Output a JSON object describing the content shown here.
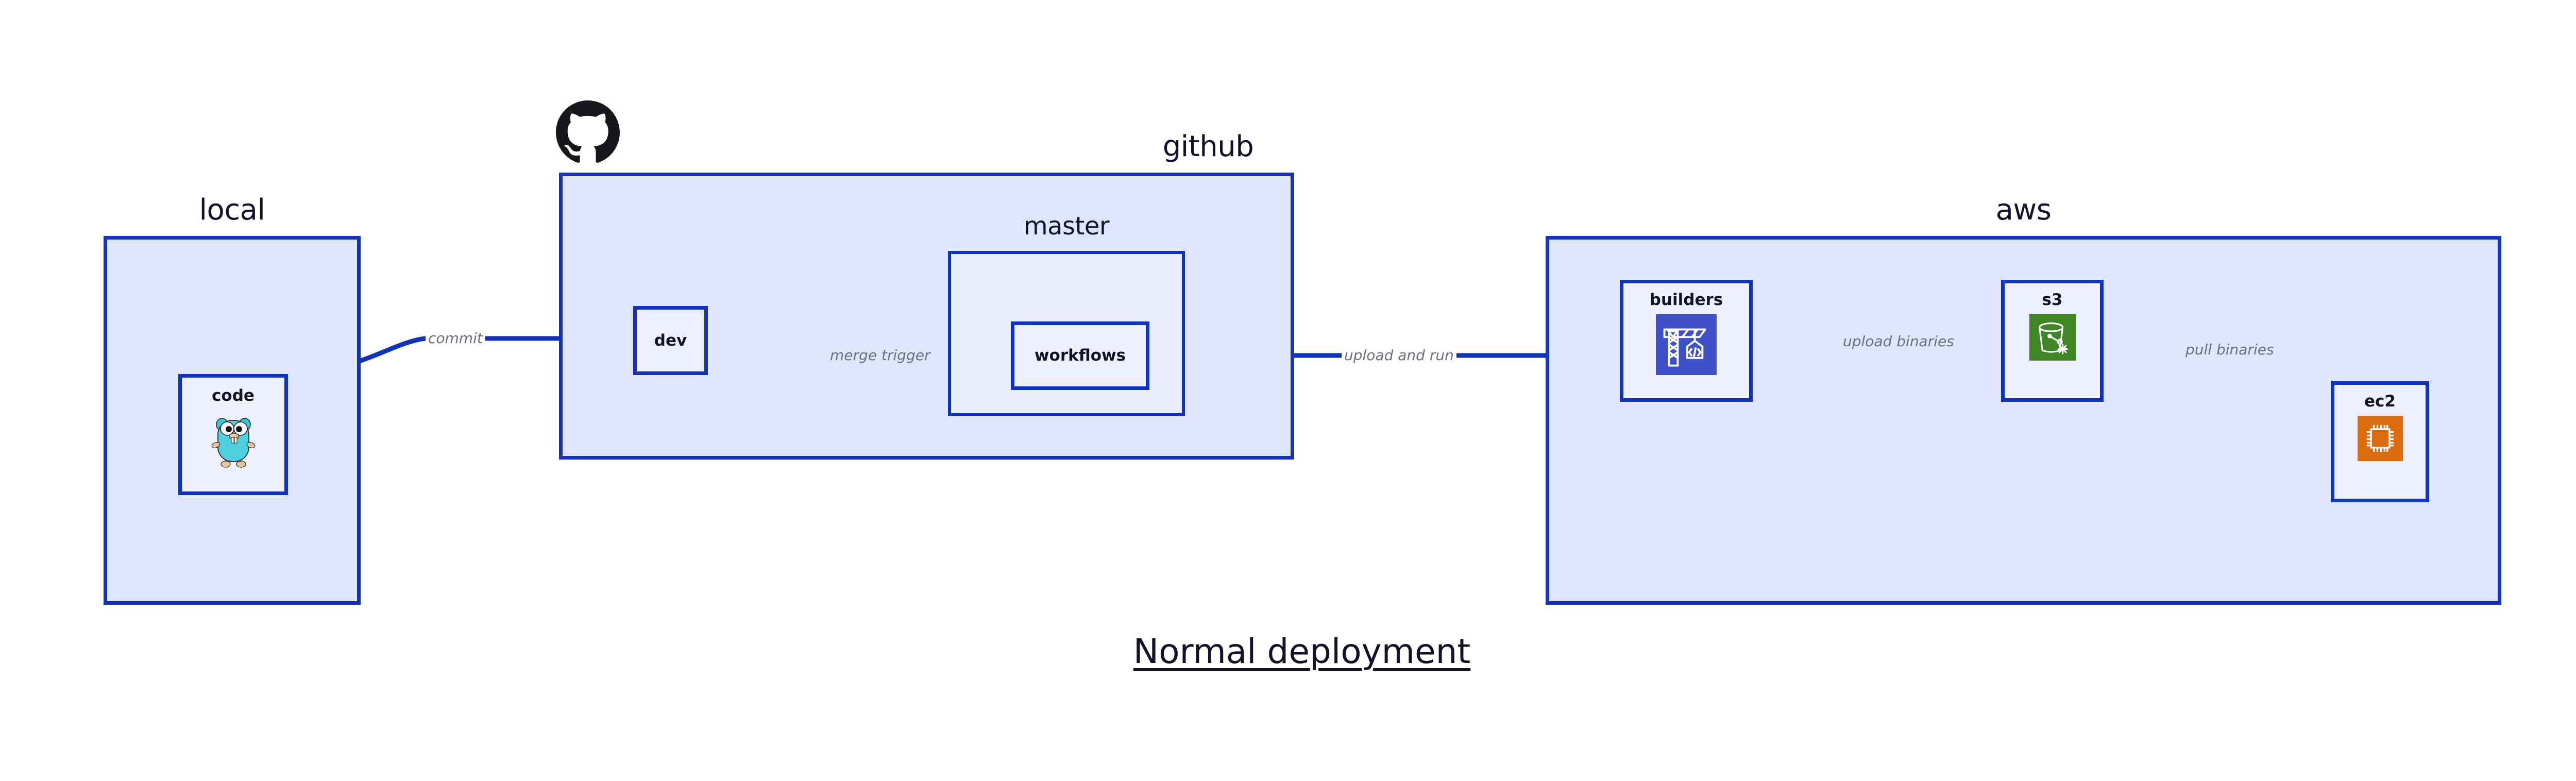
{
  "diagram": {
    "title": "Normal deployment",
    "accent_border": "#1132ba",
    "zone_fill": "#dfe5fb",
    "node_fill": "#eef1fd",
    "edge_label_color": "#6b6f80",
    "text_color": "#12132b"
  },
  "zones": [
    {
      "id": "local",
      "title": "local",
      "nodes": [
        {
          "id": "code",
          "label": "code",
          "icon": "go-gopher-icon"
        }
      ]
    },
    {
      "id": "github",
      "title": "github",
      "logo": "github-octocat-icon",
      "nodes": [
        {
          "id": "dev",
          "label": "dev",
          "icon": "none"
        }
      ],
      "subzones": [
        {
          "id": "master",
          "title": "master",
          "nodes": [
            {
              "id": "workflows",
              "label": "workflows",
              "icon": "none"
            }
          ]
        }
      ]
    },
    {
      "id": "aws",
      "title": "aws",
      "nodes": [
        {
          "id": "builders",
          "label": "builders",
          "icon": "aws-codebuild-crane-icon",
          "icon_color": "#3f51c8"
        },
        {
          "id": "s3",
          "label": "s3",
          "icon": "aws-s3-bucket-icon",
          "icon_color": "#3f8624"
        },
        {
          "id": "ec2",
          "label": "ec2",
          "icon": "aws-ec2-chip-icon",
          "icon_color": "#dd6b10"
        }
      ]
    }
  ],
  "edges": [
    {
      "id": "code-to-dev",
      "label": "commit",
      "from": "code",
      "to": "dev"
    },
    {
      "id": "dev-to-workflows",
      "label": "merge trigger",
      "from": "dev",
      "to": "workflows"
    },
    {
      "id": "workflows-to-builders",
      "label": "upload and run",
      "from": "workflows",
      "to": "builders"
    },
    {
      "id": "builders-to-s3",
      "label": "upload binaries",
      "from": "builders",
      "to": "s3"
    },
    {
      "id": "s3-to-ec2",
      "label": "pull binaries",
      "from": "s3",
      "to": "ec2"
    }
  ]
}
